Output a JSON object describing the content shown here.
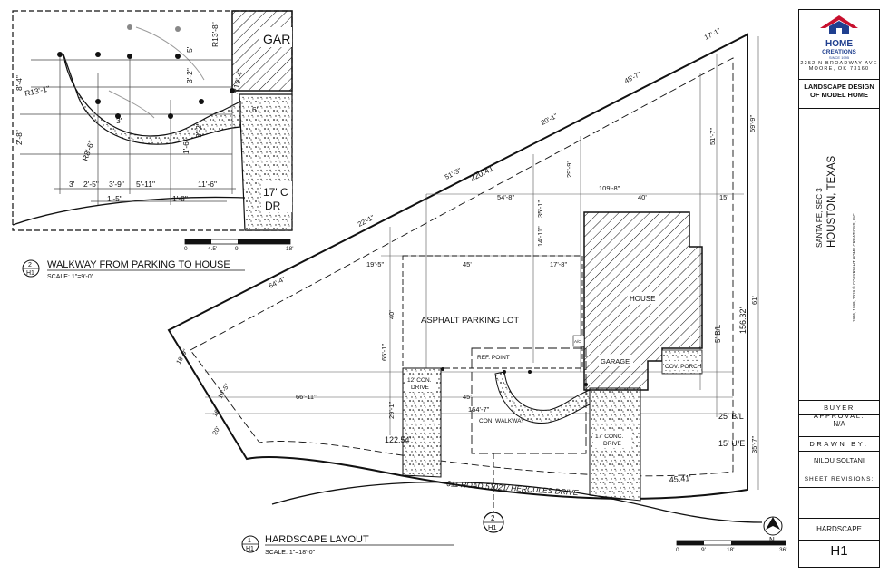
{
  "drawing": {
    "main_title": "HARDSCAPE LAYOUT",
    "main_number": "1",
    "main_sheet": "H1",
    "main_scale": "SCALE:  1\"=18'-0\"",
    "detail_title": "WALKWAY FROM PARKING TO HOUSE",
    "detail_number": "2",
    "detail_sheet": "H1",
    "detail_scale": "SCALE:  1\"=9'-0\"",
    "callout_number": "2",
    "callout_sheet": "H1",
    "north_label": "N",
    "labels": {
      "house": "HOUSE",
      "garage": "GARAGE",
      "parking": "ASPHALT PARKING LOT",
      "cov_porch": "COV. PORCH",
      "ref_point": "REF. POINT",
      "con_walkway": "CON. WALKWAY",
      "con_drive_12_a": "12' CON.",
      "con_drive_12_b": "DRIVE",
      "con_drive_17_a": "17' CONC.",
      "con_drive_17_b": "DRIVE",
      "road": "611 ROAD 51021/ HERCULES DRIVE",
      "bl_5": "5' B/L",
      "bl_25": "25' B/L",
      "ue_15": "15' U/E",
      "ac": "A/C",
      "detail_gar": "GAR",
      "detail_17c": "17' C",
      "detail_dr": "DR"
    },
    "dims": {
      "d_220_41": "220.41'",
      "d_156_32": "156.32'",
      "d_122_54": "122.54'",
      "d_45_41": "45.41'",
      "d_64_4": "64'-4\"",
      "d_51_3": "51'-3\"",
      "d_45_7": "45'-7\"",
      "d_20_1": "20'-1\"",
      "d_17_1": "17'-1\"",
      "d_22_1": "22'-1\"",
      "d_109_8": "109'-8\"",
      "d_54_8": "54'-8\"",
      "d_40": "40'",
      "d_15": "15'",
      "d_19_5": "19'-5\"",
      "d_45": "45'",
      "d_17_8": "17'-8\"",
      "d_66_11": "66'-11\"",
      "d_45b": "45'",
      "d_164_7": "164'-7\"",
      "d_59_9": "59'-9\"",
      "d_51_7": "51'-7\"",
      "d_61": "61'",
      "d_35_7": "35'-7\"",
      "d_29_9": "29'-9\"",
      "d_35_1": "35'-1\"",
      "d_14_11": "14'-11\"",
      "d_65_1": "65'-1\"",
      "d_40v": "40'",
      "d_29_1": "29'-1\"",
      "d_18_9": "18'-9\"",
      "d_19_5v": "19'-5\"",
      "d_16": "16'",
      "d_20": "20'"
    },
    "detail_dims": {
      "d_13_8": "R13'-8\"",
      "d_13_1": "R13'-1\"",
      "d_19_4": "R19'-4\"",
      "d_8_4": "8'-4\"",
      "d_2_8": "2'-8\"",
      "d_3_2": "3'-2\"",
      "d_5": "5'",
      "d_6": "6'",
      "d_3": "3'",
      "d_3_2b": "3'-2\"",
      "d_1_6": "1'-6\"",
      "d_r8_6": "R8'-6\"",
      "d_b3": "3'",
      "d_b2_5": "2'-5\"",
      "d_b3_9": "3'-9\"",
      "d_b5_11": "5'-11\"",
      "d_b11_6": "11'-6\"",
      "d_b1_5": "1'-5\"",
      "d_b1_8": "1'-8\""
    },
    "scale_bars": {
      "detail": [
        "0",
        "4.5'",
        "9'",
        "18'"
      ],
      "main": [
        "0",
        "9'",
        "18'",
        "36'"
      ]
    }
  },
  "title_block": {
    "logo_line1": "HOME",
    "logo_line2": "CREATIONS",
    "logo_line3": "SINCE 1995",
    "address_line1": "2252 N BROADWAY AVE",
    "address_line2": "MOORE, OK 73160",
    "project_line1": "LANDSCAPE DESIGN",
    "project_line2": "OF MODEL HOME",
    "location_line1": "SANTA FE, SEC 3",
    "location_line2": "HOUSTON, TEXAS",
    "copyright": "1995, 1999, 2019 © COPYRIGHT HOME CREATIONS, INC.",
    "buyer_approval_label": "BUYER APPROVAL:",
    "buyer_approval_value": "N/A",
    "drawn_by_label": "DRAWN BY:",
    "drawn_by_value": "NILOU SOLTANI",
    "revisions_label": "SHEET REVISIONS:",
    "sheet_name": "HARDSCAPE",
    "sheet_number": "H1",
    "brand_red": "#c8102e",
    "brand_blue": "#1f3f8f"
  }
}
